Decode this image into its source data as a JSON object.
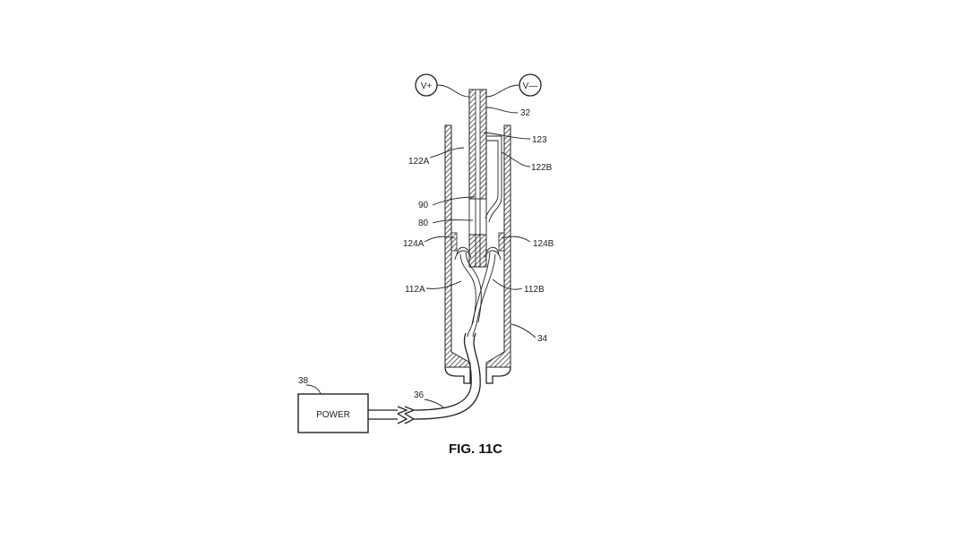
{
  "figure": {
    "caption": "FIG. 11C",
    "power_label": "POWER",
    "terminals": {
      "positive": "V+",
      "negative": "V—"
    },
    "labels": {
      "l32": "32",
      "l123": "123",
      "l122A": "122A",
      "l122B": "122B",
      "l90": "90",
      "l80": "80",
      "l124A": "124A",
      "l124B": "124B",
      "l112A": "112A",
      "l112B": "112B",
      "l34": "34",
      "l38": "38",
      "l36": "36"
    },
    "colors": {
      "ink": "#222222",
      "background": "#ffffff"
    }
  }
}
